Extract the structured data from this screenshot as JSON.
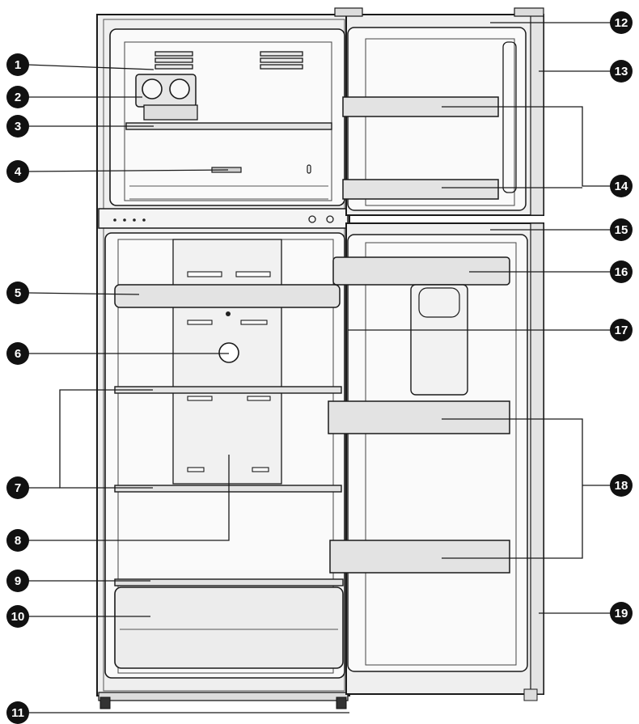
{
  "colors": {
    "outline": "#1a1a1a",
    "cabinet_fill": "#efefef",
    "interior_fill": "#fafafa",
    "shelf_fill": "#e3e3e3",
    "callout_fill": "#111111",
    "callout_text": "#ffffff"
  },
  "callouts": [
    {
      "label": "1"
    },
    {
      "label": "2"
    },
    {
      "label": "3"
    },
    {
      "label": "4"
    },
    {
      "label": "5"
    },
    {
      "label": "6"
    },
    {
      "label": "7"
    },
    {
      "label": "8"
    },
    {
      "label": "9"
    },
    {
      "label": "10"
    },
    {
      "label": "11"
    },
    {
      "label": "12"
    },
    {
      "label": "13"
    },
    {
      "label": "14"
    },
    {
      "label": "15"
    },
    {
      "label": "16"
    },
    {
      "label": "17"
    },
    {
      "label": "18"
    },
    {
      "label": "19"
    }
  ]
}
